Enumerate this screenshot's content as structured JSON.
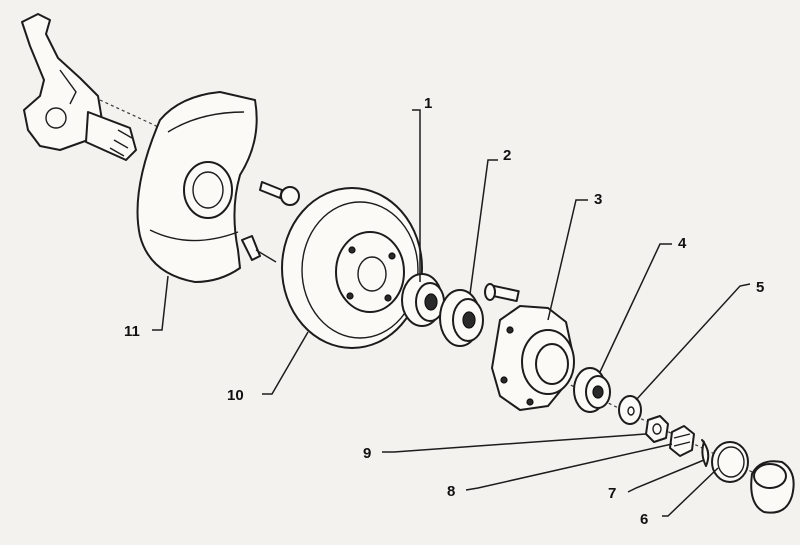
{
  "callouts": [
    {
      "id": "1",
      "text": "1"
    },
    {
      "id": "2",
      "text": "2"
    },
    {
      "id": "3",
      "text": "3"
    },
    {
      "id": "4",
      "text": "4"
    },
    {
      "id": "5",
      "text": "5"
    },
    {
      "id": "6",
      "text": "6"
    },
    {
      "id": "7",
      "text": "7"
    },
    {
      "id": "8",
      "text": "8"
    },
    {
      "id": "9",
      "text": "9"
    },
    {
      "id": "10",
      "text": "10"
    },
    {
      "id": "11",
      "text": "11"
    }
  ]
}
